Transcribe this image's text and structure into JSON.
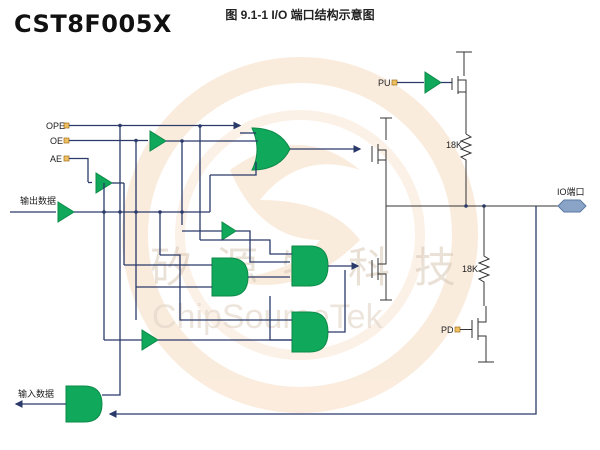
{
  "chip_name": "CST8F005X",
  "figure_title": "图 9.1-1 I/O 端口结构示意图",
  "watermark": {
    "chinese": "矽源特科技",
    "english": "ChipSourceTek"
  },
  "inputs": {
    "ope": "OPE",
    "oe": "OE",
    "ae": "AE",
    "output_data": "输出数据",
    "pu": "PU",
    "pd": "PD"
  },
  "outputs": {
    "input_data": "输入数据",
    "io_port": "IO端口"
  },
  "resistors": {
    "pullup": "18K",
    "pulldown": "18K"
  },
  "colors": {
    "gate": "#10a85a",
    "wire": "#2a3a6a",
    "pin": "#f0c060",
    "watermark": "#d8c7b5"
  }
}
